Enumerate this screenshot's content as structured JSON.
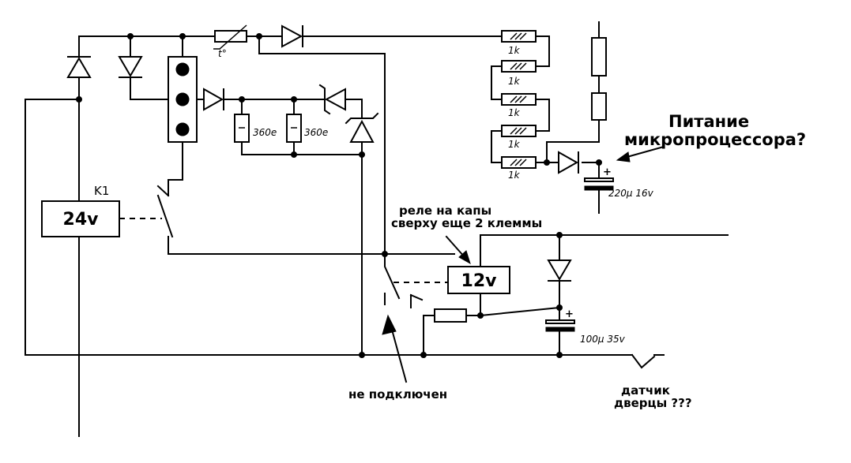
{
  "diagram": {
    "relay_k1": {
      "name": "K1",
      "voltage": "24v"
    },
    "relay_main": {
      "voltage": "12v"
    },
    "resistors": {
      "r_chain": [
        "1k",
        "1k",
        "1k",
        "1k",
        "1k"
      ],
      "r_360_left": "360e",
      "r_360_right": "360e"
    },
    "capacitors": {
      "c_top": "220µ 16v",
      "c_bottom": "100µ 35v"
    },
    "thermistor_label": "t°",
    "polarity_plus": "+",
    "annotations": {
      "mcu_power_line1": "Питание",
      "mcu_power_line2": "микропроцессора?",
      "relay_note_line1": "реле на капы",
      "relay_note_line2": "сверху еще 2 клеммы",
      "not_connected": "не подключен",
      "door_sensor_line1": "датчик",
      "door_sensor_line2": "дверцы ???"
    }
  }
}
